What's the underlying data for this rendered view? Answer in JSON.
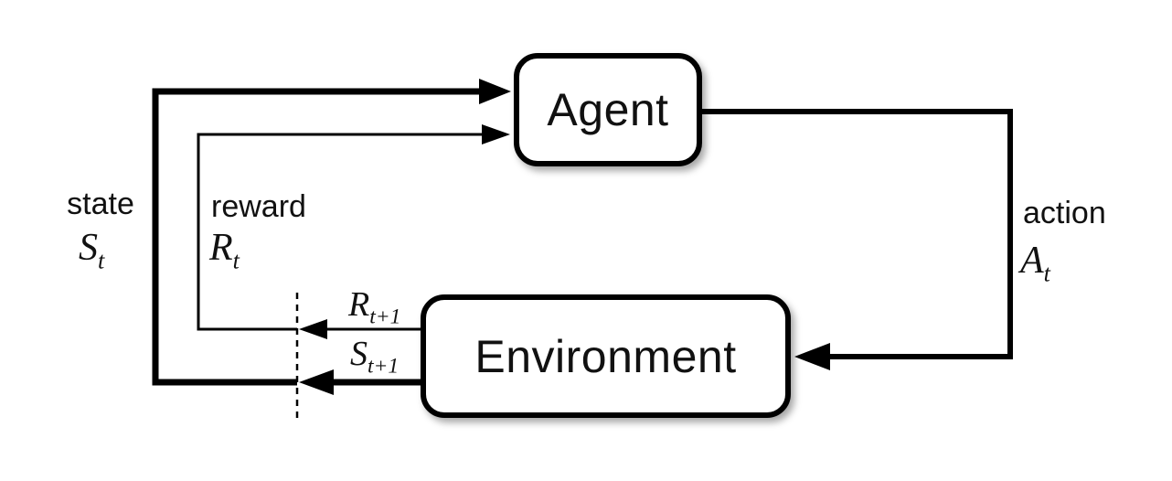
{
  "nodes": {
    "agent": {
      "label": "Agent"
    },
    "environment": {
      "label": "Environment"
    }
  },
  "labels": {
    "state": {
      "word": "state",
      "symbol": "S",
      "subscript": "t"
    },
    "reward": {
      "word": "reward",
      "symbol": "R",
      "subscript": "t"
    },
    "action": {
      "word": "action",
      "symbol": "A",
      "subscript": "t"
    },
    "next_reward": {
      "symbol": "R",
      "subscript": "t+1"
    },
    "next_state": {
      "symbol": "S",
      "subscript": "t+1"
    }
  },
  "colors": {
    "line": "#000000",
    "text": "#111111",
    "box_fill": "#ffffff",
    "background": "#ffffff"
  }
}
